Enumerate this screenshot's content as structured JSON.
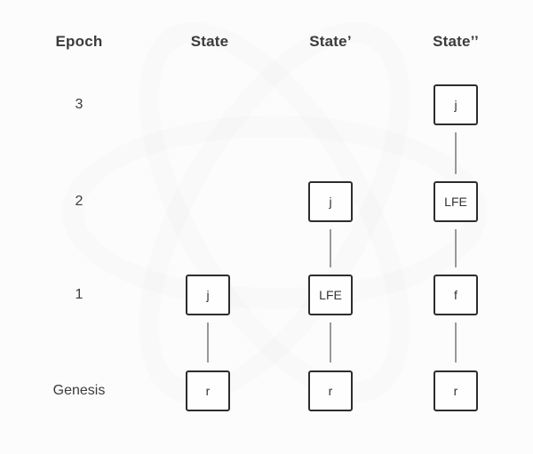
{
  "header": {
    "epoch": "Epoch"
  },
  "epochs": [
    "3",
    "2",
    "1",
    "Genesis"
  ],
  "columns": [
    {
      "label": "State",
      "boxes": [
        {
          "epoch": "1",
          "label": "j"
        },
        {
          "epoch": "Genesis",
          "label": "r"
        }
      ]
    },
    {
      "label": "State’",
      "boxes": [
        {
          "epoch": "2",
          "label": "j"
        },
        {
          "epoch": "1",
          "label": "LFE"
        },
        {
          "epoch": "Genesis",
          "label": "r"
        }
      ]
    },
    {
      "label": "State’’",
      "boxes": [
        {
          "epoch": "3",
          "label": "j"
        },
        {
          "epoch": "2",
          "label": "LFE"
        },
        {
          "epoch": "1",
          "label": "f"
        },
        {
          "epoch": "Genesis",
          "label": "r"
        }
      ]
    }
  ],
  "colors": {
    "background": "#fcfcfc",
    "box_border": "#2d2d2d",
    "connector": "#999999",
    "text": "#3b3b3b"
  }
}
